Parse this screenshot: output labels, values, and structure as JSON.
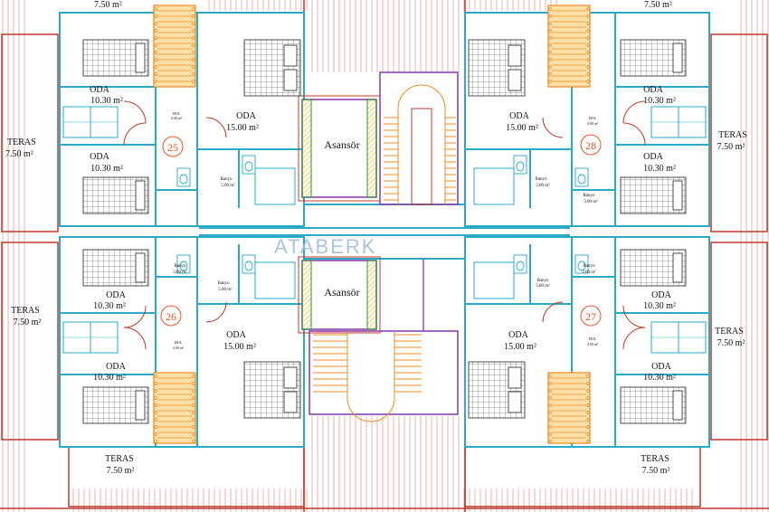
{
  "brand": {
    "logo_text": "ATABERK"
  },
  "colors": {
    "wall_cyan": "#2aa9c8",
    "outline_red": "#c0392b",
    "stair_orange": "#f08a20",
    "stair_fill": "#fde0a8",
    "purple": "#8e44ad",
    "green": "#1f9a3a",
    "unit_number": "#e8552a",
    "yellow_hatch": "#f1c40f"
  },
  "labels": {
    "top_left_area": "7.50 m²",
    "top_right_area": "7.50 m²",
    "oda_tl1": "ODA",
    "oda_tl1_area": "10.30 m²",
    "oda_tl2": "ODA",
    "oda_tl2_area": "15.00 m²",
    "hol_tl": "HOL",
    "hol_tl_area": "4.00 m²",
    "teras_l1": "TERAS",
    "teras_l1_area": "7.50 m²",
    "oda_tl3": "ODA",
    "oda_tl3_area": "10.30 m²",
    "banyo_tl": "Banyo",
    "banyo_tl_area": "5.00 m²",
    "unit_25": "25",
    "asansor_top": "Asansör",
    "oda_tr1": "ODA",
    "oda_tr1_area": "10.30 m²",
    "oda_tr2": "ODA",
    "oda_tr2_area": "15.00 m²",
    "hol_tr": "HOL",
    "hol_tr_area": "4.00 m²",
    "teras_r1": "TERAS",
    "teras_r1_area": "7.50 m²",
    "oda_tr3": "ODA",
    "oda_tr3_area": "10.30 m²",
    "banyo_tr": "Banyo",
    "banyo_tr_area": "5.00 m²",
    "banyo_tr_small": "Banyo",
    "banyo_tr_small_area": "3.00 m²",
    "unit_28": "28",
    "banyo_bl_small": "Banyo",
    "banyo_bl_small_area": "3.00 m²",
    "banyo_bl": "Banyo",
    "banyo_bl_area": "5.00 m²",
    "oda_bl1": "ODA",
    "oda_bl1_area": "10.30 m²",
    "teras_l2": "TERAS",
    "teras_l2_area": "7.50 m²",
    "unit_26": "26",
    "hol_bl": "HOL",
    "hol_bl_area": "4.00 m²",
    "oda_bl2": "ODA",
    "oda_bl2_area": "15.00 m²",
    "oda_bl3": "ODA",
    "oda_bl3_area": "10.30 m²",
    "teras_bl": "TERAS",
    "teras_bl_area": "7.50 m²",
    "asansor_bottom": "Asansör",
    "banyo_br": "Banyo",
    "banyo_br_area": "5.00 m²",
    "banyo_br_small": "Banyo",
    "banyo_br_small_area": "3.00 m²",
    "oda_br1": "ODA",
    "oda_br1_area": "10.30 m²",
    "unit_27": "27",
    "hol_br": "HOL",
    "hol_br_area": "4.00 m²",
    "teras_r2": "TERAS",
    "teras_r2_area": "7.50 m²",
    "oda_br2": "ODA",
    "oda_br2_area": "15.00 m²",
    "oda_br3": "ODA",
    "oda_br3_area": "10.30 m²",
    "teras_br": "TERAS",
    "teras_br_area": "7.50 m²"
  }
}
